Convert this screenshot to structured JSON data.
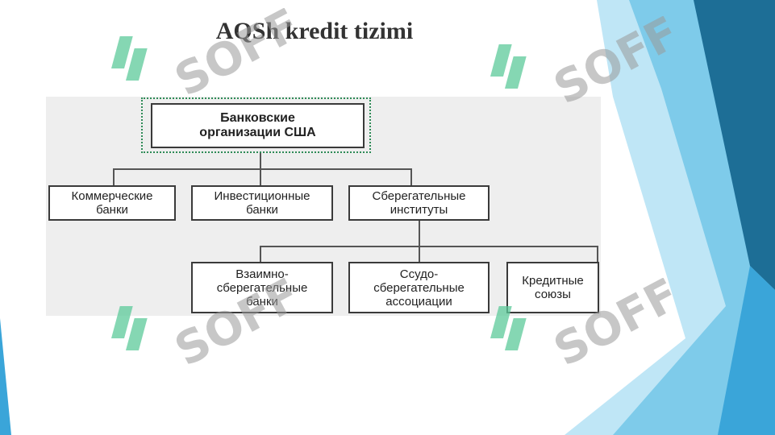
{
  "slide": {
    "title": "AQSh kredit tizimi"
  },
  "diagram": {
    "root": "Банковские\nорганизации США",
    "level1": [
      "Коммерческие\nбанки",
      "Инвестиционные\nбанки",
      "Сберегательные\nинституты"
    ],
    "level2": [
      "Взаимно-\nсберегательные\nбанки",
      "Ссудо-\nсберегательные\nассоциации",
      "Кредитные\nсоюзы"
    ]
  },
  "watermark": {
    "text": "SOFF",
    "logo_color": "#5cc99a"
  },
  "colors": {
    "accent_light": "#7ecbea",
    "accent_mid": "#3aa5d9",
    "accent_dark": "#1d6e96"
  }
}
